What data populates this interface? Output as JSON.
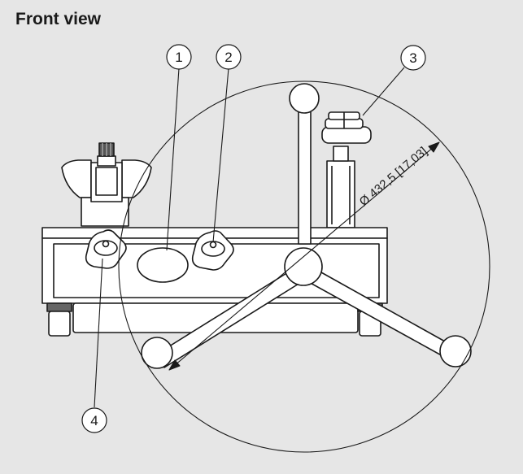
{
  "title": "Front view",
  "dimension_label": "Ø 432,5 [17,03]",
  "callouts": [
    {
      "number": "1",
      "part": "center-port"
    },
    {
      "number": "2",
      "part": "knob-right"
    },
    {
      "number": "3",
      "part": "test-connector"
    },
    {
      "number": "4",
      "part": "knob-left"
    }
  ],
  "colors": {
    "background": "#e6e6e6",
    "line": "#1a1a1a",
    "fill": "#ffffff"
  }
}
